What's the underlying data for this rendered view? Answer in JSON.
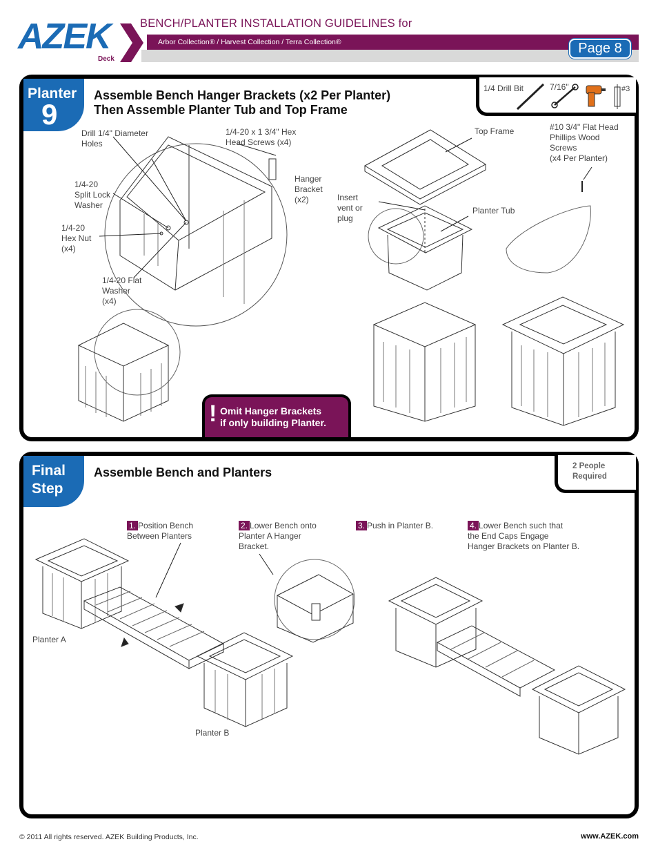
{
  "header": {
    "brand": "AZEK",
    "brand_sub": "Deck",
    "doc_title": "BENCH/PLANTER INSTALLATION GUIDELINES for",
    "collections": "Arbor Collection® / Harvest Collection / Terra Collection®",
    "page_label": "Page 8"
  },
  "step9": {
    "tab_word": "Planter",
    "tab_number": "9",
    "title_line1": "Assemble Bench Hanger Brackets (x2 Per Planter)",
    "title_line2": "Then Assemble Planter Tub and Top Frame",
    "tools": {
      "drill_bit": "1/4 Drill Bit",
      "wrench": "7/16\"",
      "driver": "#3"
    },
    "labels": {
      "drill_holes": "Drill 1/4\" Diameter\nHoles",
      "hex_screws": "1/4-20 x 1 3/4\" Hex\nHead Screws (x4)",
      "hanger_bracket": "Hanger\nBracket\n(x2)",
      "split_lock": "1/4-20\nSplit Lock\nWasher",
      "hex_nut": "1/4-20\nHex Nut\n(x4)",
      "flat_washer": "1/4-20 Flat\nWasher\n(x4)",
      "top_frame": "Top Frame",
      "wood_screws": "#10 3/4\" Flat Head\nPhillips Wood\nScrews\n(x4 Per Planter)",
      "insert_vent": "Insert\nvent or\nplug",
      "planter_tub": "Planter Tub"
    },
    "warning_bang": "!",
    "warning": "Omit Hanger Brackets\nif only building Planter."
  },
  "final": {
    "tab_word1": "Final",
    "tab_word2": "Step",
    "title": "Assemble Bench and Planters",
    "people": "2 People\nRequired",
    "steps": [
      {
        "num": "1.",
        "text": "Position Bench\nBetween Planters"
      },
      {
        "num": "2.",
        "text": "Lower Bench onto\nPlanter A Hanger\nBracket."
      },
      {
        "num": "3.",
        "text": "Push in Planter B."
      },
      {
        "num": "4.",
        "text": "Lower Bench such that\nthe End Caps Engage\nHanger Brackets on Planter B."
      }
    ],
    "planter_a": "Planter A",
    "planter_b": "Planter B"
  },
  "footer": {
    "copyright": "© 2011  All rights reserved.  AZEK Building Products, Inc.",
    "url": "www.AZEK.com"
  },
  "colors": {
    "brand_purple": "#7a1458",
    "brand_blue": "#1b6bb5",
    "band_gray": "#d9d9d9"
  }
}
